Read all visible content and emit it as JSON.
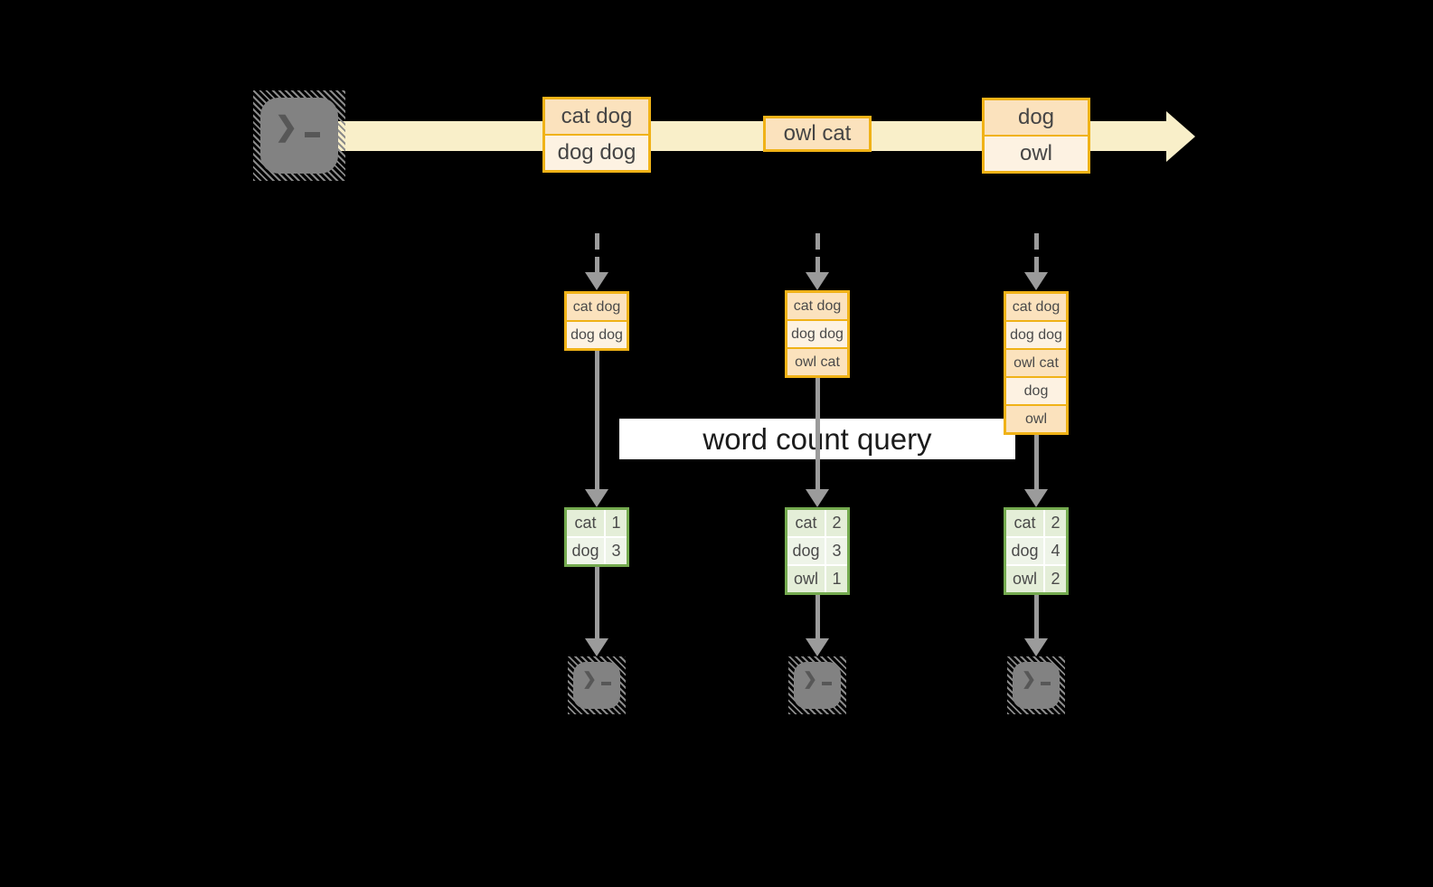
{
  "query_label": "word count query",
  "stream": {
    "events": [
      {
        "lines": [
          "cat dog",
          "dog dog"
        ]
      },
      {
        "lines": [
          "owl cat"
        ]
      },
      {
        "lines": [
          "dog",
          "owl"
        ]
      }
    ]
  },
  "columns": [
    {
      "buffer": [
        "cat dog",
        "dog dog"
      ],
      "counts": [
        {
          "word": "cat",
          "count": "1"
        },
        {
          "word": "dog",
          "count": "3"
        }
      ]
    },
    {
      "buffer": [
        "cat dog",
        "dog dog",
        "owl cat"
      ],
      "counts": [
        {
          "word": "cat",
          "count": "2"
        },
        {
          "word": "dog",
          "count": "3"
        },
        {
          "word": "owl",
          "count": "1"
        }
      ]
    },
    {
      "buffer": [
        "cat dog",
        "dog dog",
        "owl cat",
        "dog",
        "owl"
      ],
      "counts": [
        {
          "word": "cat",
          "count": "2"
        },
        {
          "word": "dog",
          "count": "4"
        },
        {
          "word": "owl",
          "count": "2"
        }
      ]
    }
  ],
  "icons": {
    "source": "terminal-icon",
    "sink": "terminal-icon",
    "prompt_glyph": "❯"
  },
  "colors": {
    "background": "#000000",
    "stream_band": "#f9efc9",
    "event_border": "#f0b217",
    "event_fill_dark": "#fbe2bd",
    "event_fill_light": "#fdf2e2",
    "table_border": "#74aa4f",
    "table_fill_dark": "#e4eed8",
    "table_fill_light": "#eef4e8",
    "connector_gray": "#9b9b9b",
    "terminal_gray": "#828282",
    "label_background": "#ffffff"
  }
}
